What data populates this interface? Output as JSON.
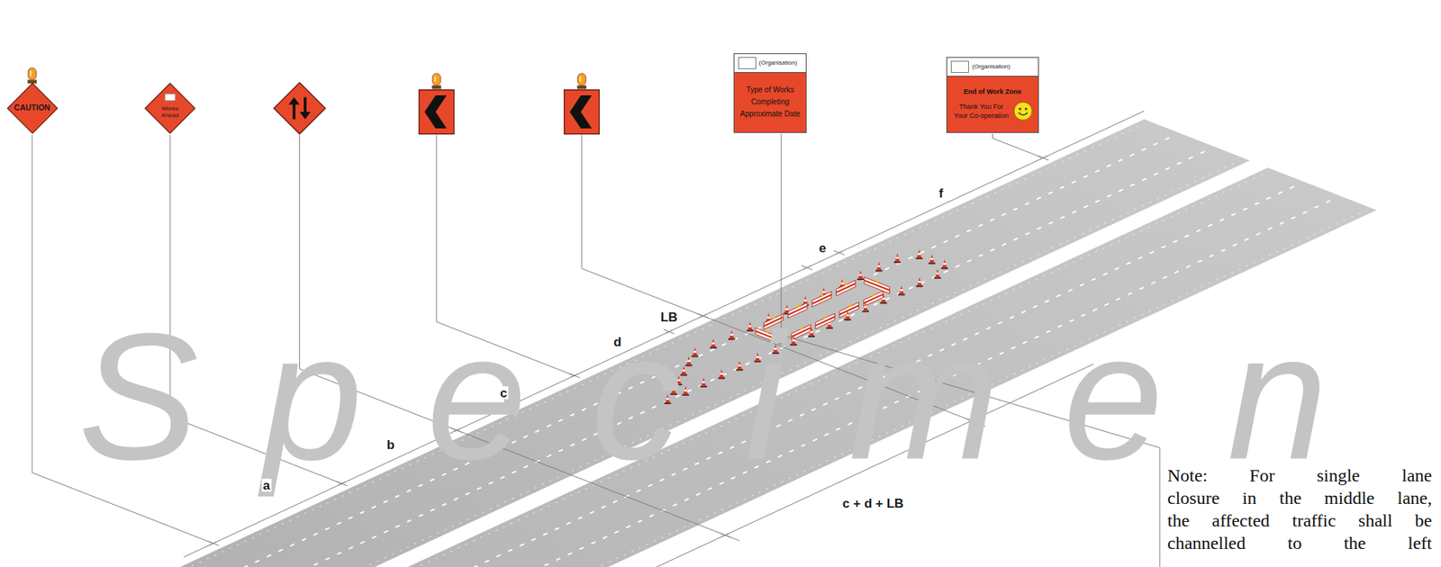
{
  "diagram": {
    "nodes": [
      {
        "text": [
          "CAUTION"
        ]
      },
      {
        "text": [
          "Works Ahead"
        ]
      },
      {
        "text": [
          "(Organisation)",
          "Type of Works Completing Approximate Date"
        ]
      },
      {
        "text": [
          "(Organisation)",
          "End of Work Zone",
          "Thank You For Your Co-operation"
        ]
      }
    ],
    "labels": [
      "a",
      "b",
      "c",
      "d",
      "LB",
      "e",
      "f",
      "c + d + LB",
      "Specimen",
      "Note: For single lane closure in the middle lane, the affected traffic shall be channelled to the left"
    ]
  }
}
